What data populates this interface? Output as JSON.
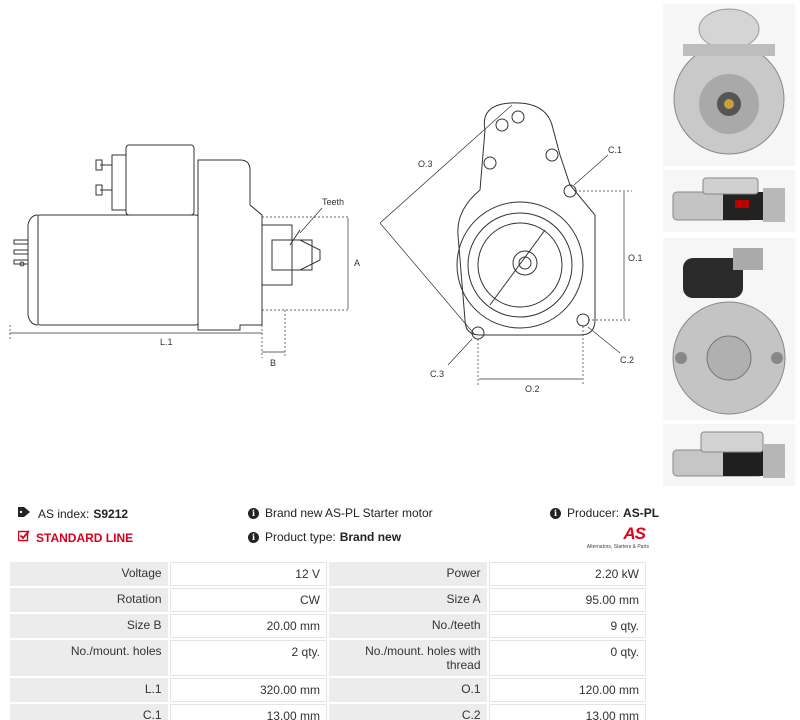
{
  "diagram": {
    "side_labels": {
      "teeth": "Teeth",
      "a": "A",
      "b": "B",
      "l1": "L.1"
    },
    "front_labels": {
      "o3": "O.3",
      "c1": "C.1",
      "o1": "O.1",
      "c2": "C.2",
      "c3": "C.3",
      "o2": "O.2"
    }
  },
  "info": {
    "as_index_label": "AS index:",
    "as_index_value": "S9212",
    "standard_line": "STANDARD LINE",
    "brand_new": "Brand new AS-PL Starter motor",
    "product_type_label": "Product type:",
    "product_type_value": "Brand new",
    "producer_label": "Producer:",
    "producer_value": "AS-PL",
    "logo_mark": "AS",
    "logo_tagline": "Alternators, Starters & Parts",
    "icons": {
      "tag": "tag-icon",
      "check": "checkbox-icon",
      "info": "info-icon"
    },
    "accent_color": "#d6001c"
  },
  "specs": [
    {
      "k1": "Voltage",
      "v1": "12 V",
      "k2": "Power",
      "v2": "2.20 kW"
    },
    {
      "k1": "Rotation",
      "v1": "CW",
      "k2": "Size A",
      "v2": "95.00 mm"
    },
    {
      "k1": "Size B",
      "v1": "20.00 mm",
      "k2": "No./teeth",
      "v2": "9 qty."
    },
    {
      "k1": "No./mount. holes",
      "v1": "2 qty.",
      "k2": "No./mount. holes with thread",
      "v2": "0 qty."
    },
    {
      "k1": "L.1",
      "v1": "320.00 mm",
      "k2": "O.1",
      "v2": "120.00 mm"
    },
    {
      "k1": "C.1",
      "v1": "13.00 mm",
      "k2": "C.2",
      "v2": "13.00 mm"
    }
  ]
}
